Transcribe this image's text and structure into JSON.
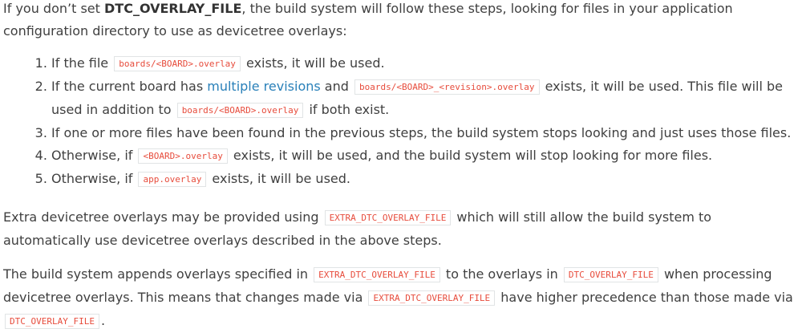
{
  "intro": {
    "t1": "If you don’t set ",
    "bold": "DTC_OVERLAY_FILE",
    "t2": ", the build system will follow these steps, looking for files in your application configuration directory to use as devicetree overlays:"
  },
  "steps": [
    {
      "t1": "If the file ",
      "code1": "boards/<BOARD>.overlay",
      "t2": " exists, it will be used."
    },
    {
      "t1": "If the current board has ",
      "link": "multiple revisions",
      "t2": " and ",
      "code1": "boards/<BOARD>_<revision>.overlay",
      "t3": " exists, it will be used. This file will be used in addition to ",
      "code2": "boards/<BOARD>.overlay",
      "t4": " if both exist."
    },
    {
      "t1": "If one or more files have been found in the previous steps, the build system stops looking and just uses those files."
    },
    {
      "t1": "Otherwise, if ",
      "code1": "<BOARD>.overlay",
      "t2": " exists, it will be used, and the build system will stop looking for more files."
    },
    {
      "t1": "Otherwise, if ",
      "code1": "app.overlay",
      "t2": " exists, it will be used."
    }
  ],
  "extra": {
    "t1": "Extra devicetree overlays may be provided using ",
    "code1": "EXTRA_DTC_OVERLAY_FILE",
    "t2": " which will still allow the build system to automatically use devicetree overlays described in the above steps."
  },
  "append": {
    "t1": "The build system appends overlays specified in ",
    "code1": "EXTRA_DTC_OVERLAY_FILE",
    "t2": " to the overlays in ",
    "code2": "DTC_OVERLAY_FILE",
    "t3": " when processing devicetree overlays. This means that changes made via ",
    "code3": "EXTRA_DTC_OVERLAY_FILE",
    "t4": " have higher precedence than those made via ",
    "code4": "DTC_OVERLAY_FILE",
    "t5": "."
  },
  "colors": {
    "text": "#404040",
    "code": "#e74c3c",
    "link": "#2980b9",
    "code_border": "#e1e4e5"
  }
}
